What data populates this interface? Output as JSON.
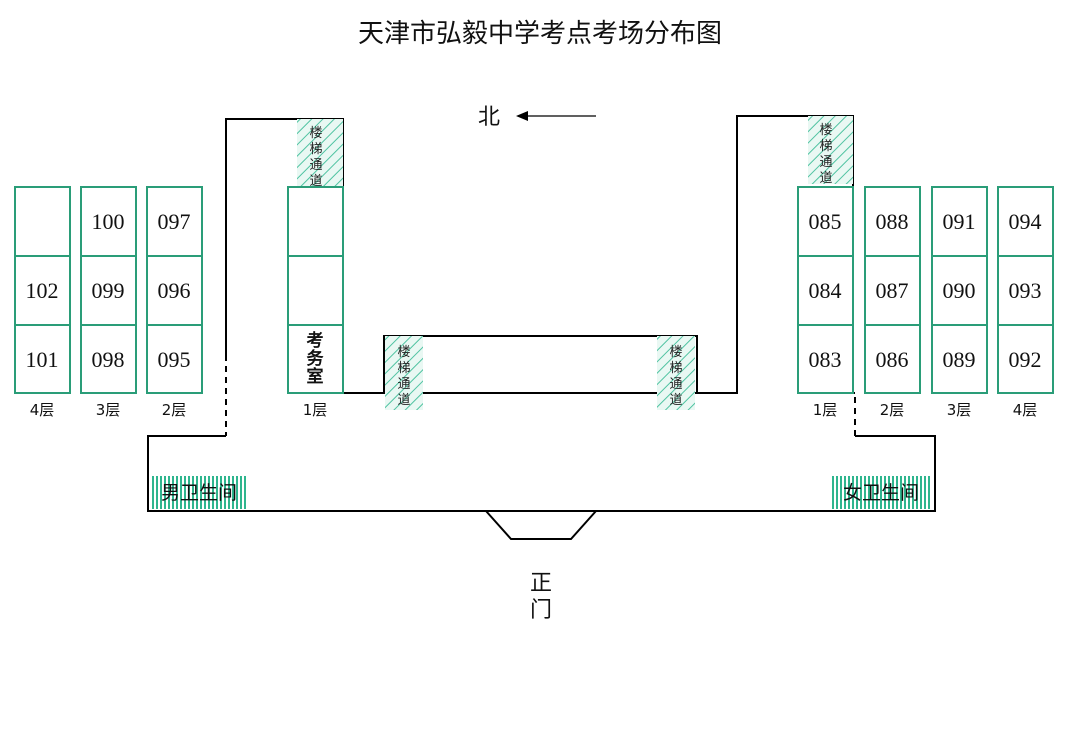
{
  "title": "天津市弘毅中学考点考场分布图",
  "north_label": "北",
  "main_gate": [
    "正",
    "门"
  ],
  "stairs_chars": [
    "楼",
    "梯",
    "通",
    "道"
  ],
  "exam_office_chars": [
    "考",
    "务",
    "室"
  ],
  "restroom_male": "男卫生间",
  "restroom_female": "女卫生间",
  "floors": {
    "f4": "4层",
    "f3": "3层",
    "f2": "2层",
    "f1": "1层"
  },
  "rooms_left": {
    "col_4": [
      "",
      "102",
      "101"
    ],
    "col_3": [
      "100",
      "099",
      "098"
    ],
    "col_2": [
      "097",
      "096",
      "095"
    ],
    "col_1": [
      "",
      ""
    ]
  },
  "rooms_right": {
    "col_1": [
      "085",
      "084",
      "083"
    ],
    "col_2": [
      "088",
      "087",
      "086"
    ],
    "col_3": [
      "091",
      "090",
      "089"
    ],
    "col_4": [
      "094",
      "093",
      "092"
    ]
  },
  "colors": {
    "room_border": "#2a9d78",
    "stair_hatch": "#4fc3a1",
    "restroom_hatch": "#2fb58e",
    "wall": "#000000"
  }
}
